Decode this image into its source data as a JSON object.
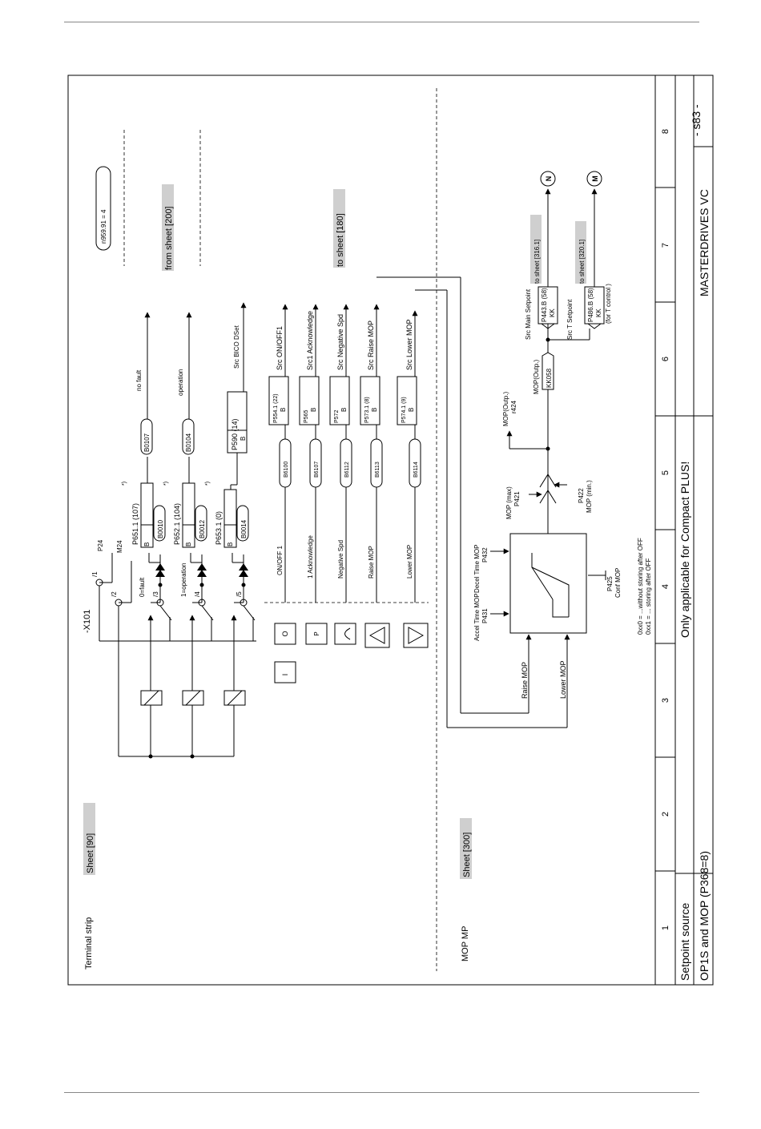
{
  "title_block": {
    "title": "Setpoint source",
    "subtitle": "OP1S and MOP (P368=8)",
    "note": "Only applicable for Compact PLUS!",
    "product": "MASTERDRIVES VC",
    "sheet": "- s83 -",
    "columns": [
      "1",
      "2",
      "3",
      "4",
      "5",
      "6",
      "7",
      "8"
    ]
  },
  "sections": {
    "terminal": {
      "label": "Terminal strip",
      "sheet_ref": "Sheet [90]"
    },
    "mop": {
      "label": "MOP MP",
      "sheet_ref": "Sheet [300]"
    }
  },
  "terminal": {
    "connector": "-X101",
    "pins": [
      "/1",
      "/2",
      "/3",
      "/4",
      "/5"
    ],
    "p24": "P24",
    "m24": "M24",
    "fault": "0=fault",
    "operation": "1=operation",
    "params": [
      "P651.1 (107)",
      "P652.1 (104)",
      "P653.1 (0)"
    ],
    "b_label": "B",
    "star": "*)",
    "in_binectors": [
      "B0010",
      "B0012",
      "B0014"
    ],
    "out_binectors": [
      "B0107",
      "B0104"
    ],
    "out_labels": [
      "no fault",
      "operation"
    ],
    "p590": "P590 (14)",
    "src_bico": "Src BICO DSet",
    "from_sheet": "from sheet  [200]",
    "n959": "n959.91 = 4"
  },
  "op1s": {
    "keys": [
      "I",
      "O",
      "P",
      "(",
      "△",
      "▽"
    ],
    "signals": [
      "ON/OFF 1",
      "1 Acknowledge",
      "Negative Spd",
      "Raise MOP",
      "Lower MOP"
    ],
    "binectors": [
      "B6100",
      "B6107",
      "B6112",
      "B6113",
      "B6114"
    ],
    "params": [
      "P554.1 (22)",
      "P565",
      "P572",
      "P573.1 (8)",
      "P574.1 (9)"
    ],
    "b_label": "B",
    "sources": [
      "Src ON/OFF1",
      "Src1 Acknowledge",
      "Src Negative Spd",
      "Src Raise MOP",
      "Src Lower MOP"
    ],
    "to_sheet": "to sheet  [180]"
  },
  "mop": {
    "raise": "Raise MOP",
    "lower": "Lower MOP",
    "accel": "Accel Time MOP",
    "decel": "Decel Time MOP",
    "p431": "P431",
    "p432": "P432",
    "p425": "P425",
    "conf": "Conf MOP",
    "note1": "0xx0 = ...without storing after OFF",
    "note2": "0xx1 = ... storing after OFF",
    "max": "MOP (max)",
    "p421": "P421",
    "p422": "P422",
    "min": "MOP (min.)",
    "outp": "MOP(Outp.)",
    "r424": "r424",
    "kk058": "KK058",
    "main_setpoint": "Src Main Setpoint",
    "p443": "P443.B (58)",
    "t_setpoint": "Src T Setpoint",
    "p486": "P486.B (58)",
    "kk": "KK",
    "to316": "to sheet  [316.1]",
    "to320": "to sheet  [320.1]",
    "tcontrol": "(for T control )",
    "n": "N",
    "m": "M"
  }
}
